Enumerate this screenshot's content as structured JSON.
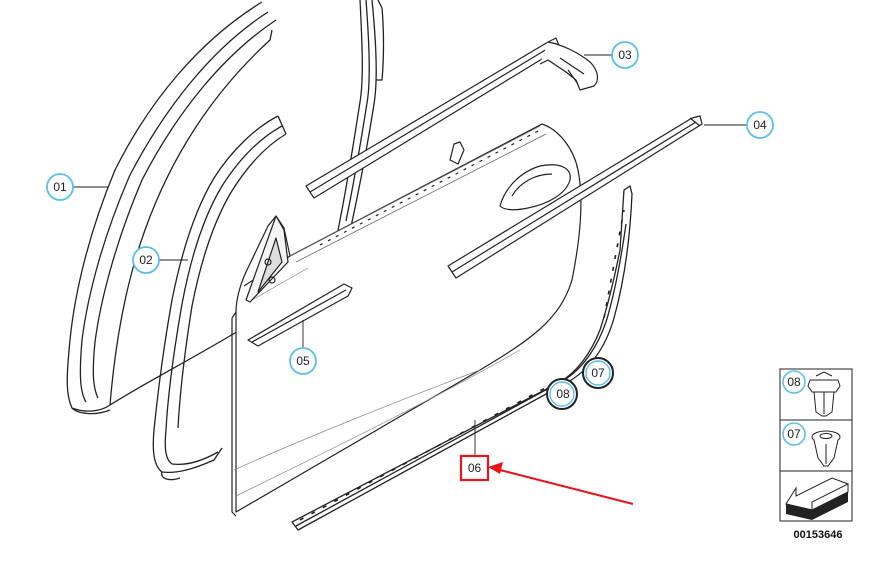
{
  "diagram": {
    "callouts": {
      "c01": "01",
      "c02": "02",
      "c03": "03",
      "c04": "04",
      "c05": "05",
      "c06": "06",
      "c07": "07",
      "c08": "08"
    },
    "legend": {
      "item_08": "08",
      "item_07": "07"
    },
    "reference_number": "00153646",
    "highlight_color": "#e8141c",
    "callout_color": "#5bc0e8"
  }
}
